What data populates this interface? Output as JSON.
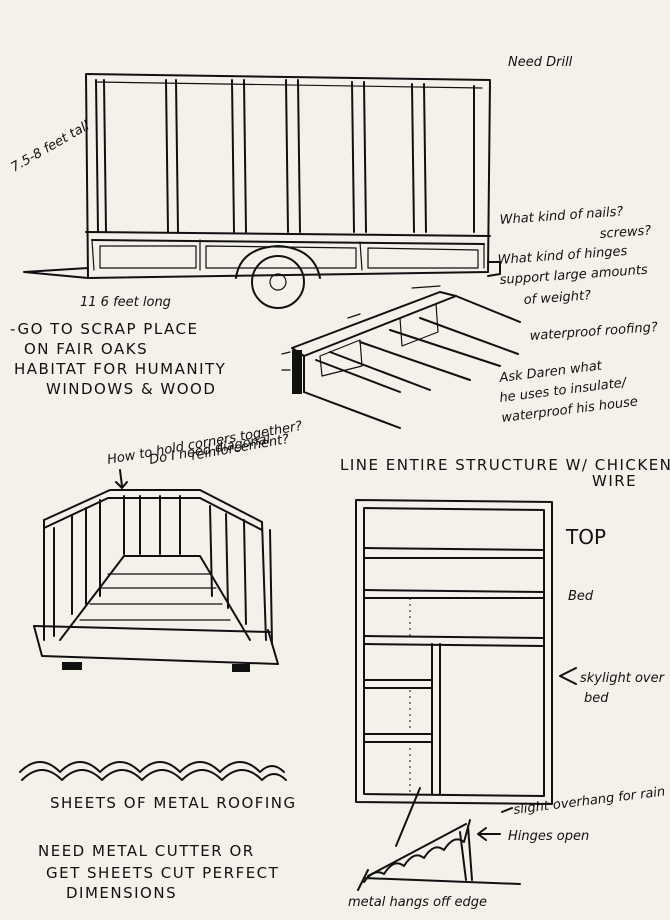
{
  "notes": {
    "need_drill": "Need Drill",
    "height": "7.5-8 feet tall",
    "length": "11 6 feet long",
    "nails": "What kind of nails?",
    "screws": "screws?",
    "hinges_1": "What kind of hinges",
    "hinges_2": "support large amounts",
    "hinges_3": "of weight?",
    "waterproof_roofing": "waterproof roofing?",
    "scrap_1": "-GO TO SCRAP PLACE",
    "scrap_2": "ON FAIR OAKS",
    "scrap_3": "HABITAT FOR HUMANITY",
    "scrap_4": "WINDOWS & WOOD",
    "daren_1": "Ask Daren what",
    "daren_2": "he uses to insulate/",
    "daren_3": "waterproof his house",
    "corners_1": "How to hold corners together?",
    "corners_2": "Do I need diagonal",
    "corners_3": "reinforcement?",
    "chicken_wire_1": "LINE ENTIRE STRUCTURE W/ CHICKEN",
    "chicken_wire_2": "WIRE",
    "top": "TOP",
    "bed": "Bed",
    "skylight_1": "skylight over",
    "skylight_2": "bed",
    "sheets": "SHEETS OF METAL ROOFING",
    "cutter_1": "NEED METAL CUTTER OR",
    "cutter_2": "GET SHEETS CUT PERFECT",
    "cutter_3": "DIMENSIONS",
    "overhang": "slight overhang for rain",
    "hinges_open": "Hinges open",
    "metal_hangs": "metal hangs off edge"
  }
}
